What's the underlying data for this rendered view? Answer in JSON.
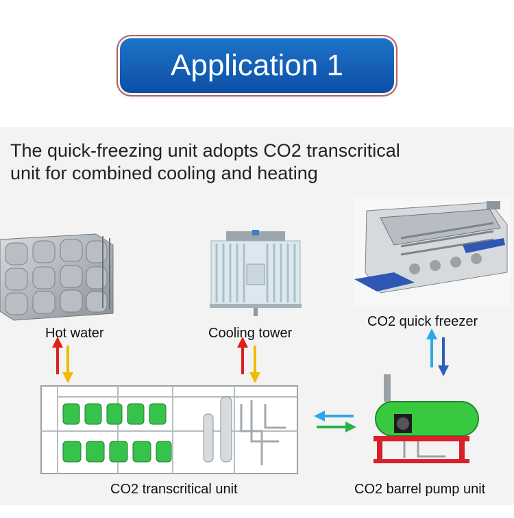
{
  "title": "Application 1",
  "subtitle_line1": "The quick-freezing unit adopts CO2 transcritical",
  "subtitle_line2": "unit for combined cooling and heating",
  "labels": {
    "hot_water": "Hot water",
    "cooling_tower": "Cooling tower",
    "quick_freezer": "CO2 quick freezer",
    "transcritical_unit": "CO2 transcritical unit",
    "barrel_pump_unit": "CO2 barrel pump unit"
  },
  "colors": {
    "title_blue": "#1565c0",
    "arrow_red": "#e0201b",
    "arrow_yellow": "#f5b800",
    "arrow_light_blue": "#2aa8e8",
    "arrow_dark_blue": "#2e5fb8",
    "arrow_green": "#27b24a",
    "compressor_green": "#3ac24c",
    "frame_red": "#d81f2a"
  }
}
